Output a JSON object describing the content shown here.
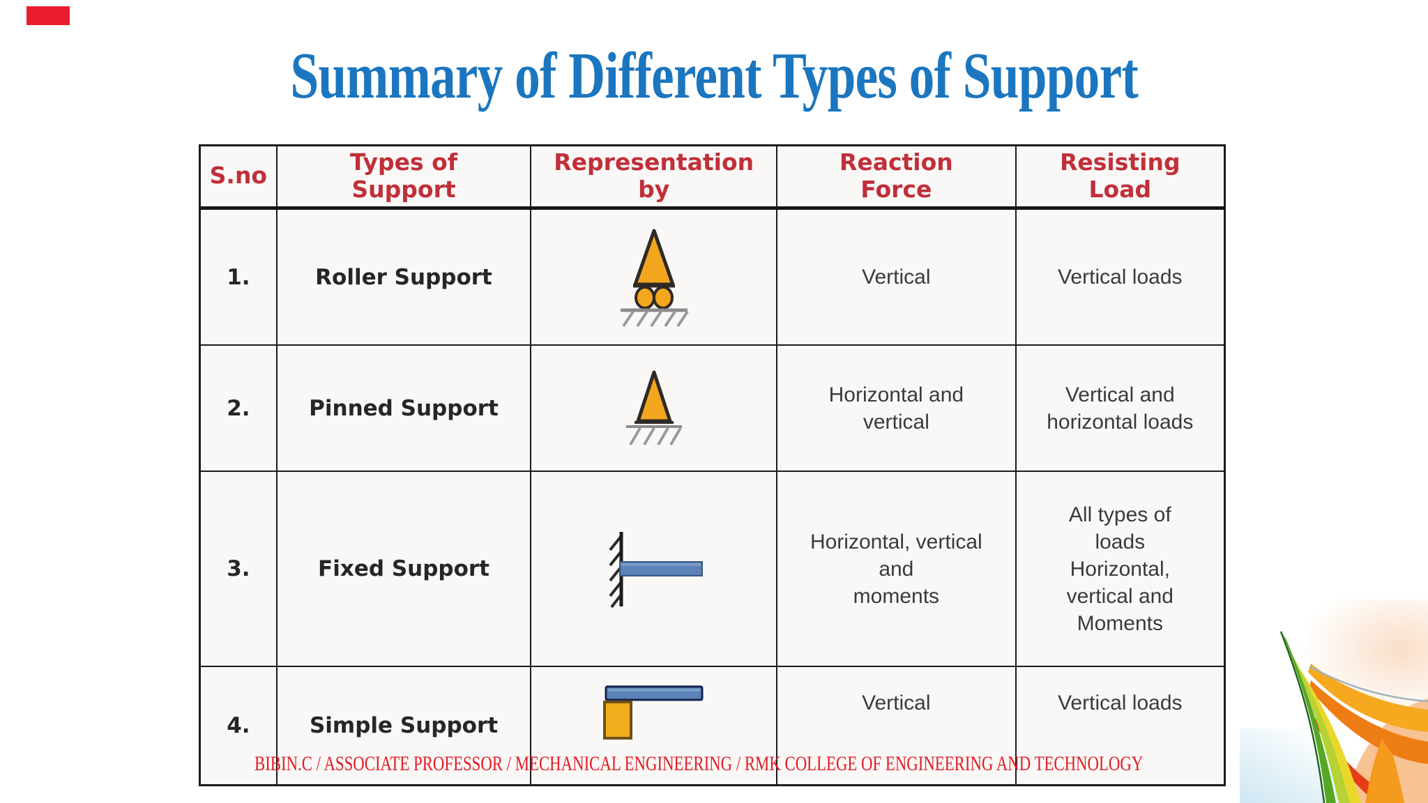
{
  "title": "Summary of Different Types of Support",
  "footer": "BIBIN.C / ASSOCIATE PROFESSOR / MECHANICAL ENGINEERING / RMK COLLEGE OF ENGINEERING AND TECHNOLOGY",
  "table": {
    "headers": [
      "S.no",
      "Types of\nSupport",
      "Representation\nby",
      "Reaction\nForce",
      "Resisting\nLoad"
    ],
    "rows": [
      {
        "sno": "1.",
        "type": "Roller Support",
        "icon": "roller-support-icon",
        "reaction": "Vertical",
        "resisting": "Vertical loads"
      },
      {
        "sno": "2.",
        "type": "Pinned Support",
        "icon": "pinned-support-icon",
        "reaction": "Horizontal and\nvertical",
        "resisting": "Vertical and\nhorizontal loads"
      },
      {
        "sno": "3.",
        "type": "Fixed Support",
        "icon": "fixed-support-icon",
        "reaction": "Horizontal, vertical\nand\nmoments",
        "resisting": "All types of\nloads\nHorizontal,\nvertical and\nMoments"
      },
      {
        "sno": "4.",
        "type": "Simple Support",
        "icon": "simple-support-icon",
        "reaction": "Vertical",
        "resisting": "Vertical loads"
      }
    ]
  },
  "colors": {
    "title_blue": "#1b76bf",
    "header_red": "#c02f3a",
    "footer_red": "#e11b24",
    "corner_marker_red": "#ea1c2d",
    "support_yellow": "#f2a71e",
    "beam_blue": "#5b82b6",
    "table_border": "#1b1b1b",
    "cell_background": "#faf8f6"
  }
}
